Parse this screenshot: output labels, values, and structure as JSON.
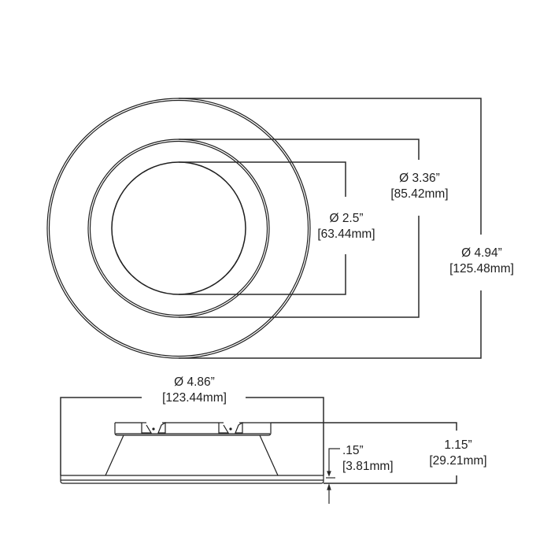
{
  "top_view": {
    "inner_diameter": {
      "inch": "Ø 2.5”",
      "mm": "[63.44mm]"
    },
    "middle_diameter": {
      "inch": "Ø 3.36”",
      "mm": "[85.42mm]"
    },
    "outer_diameter": {
      "inch": "Ø 4.94”",
      "mm": "[125.48mm]"
    }
  },
  "side_view": {
    "flange_diameter": {
      "inch": "Ø 4.86”",
      "mm": "[123.44mm]"
    },
    "flange_thickness": {
      "inch": ".15”",
      "mm": "[3.81mm]"
    },
    "total_height": {
      "inch": "1.15”",
      "mm": "[29.21mm]"
    }
  },
  "colors": {
    "line": "#1e1e1e",
    "background": "#ffffff"
  }
}
